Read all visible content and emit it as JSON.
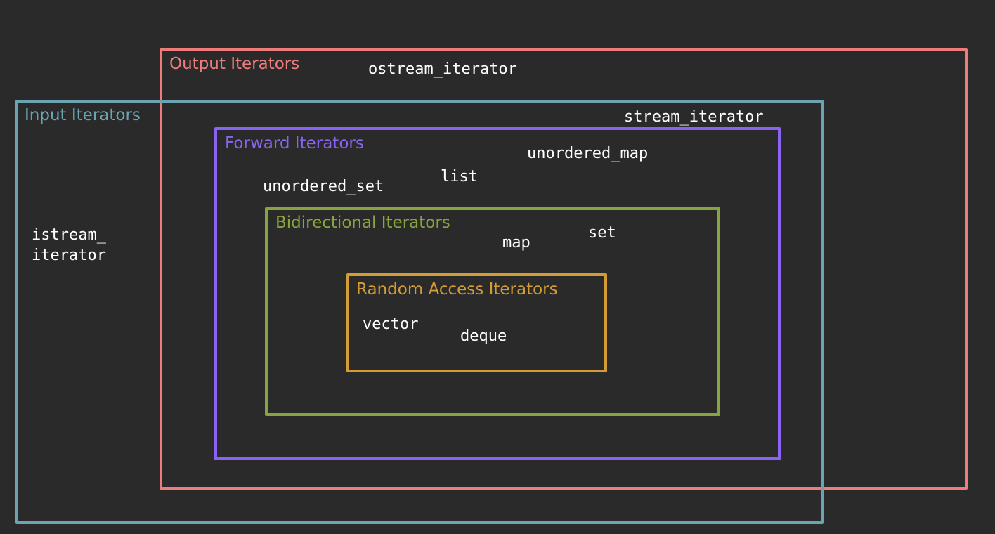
{
  "colors": {
    "background": "#2a2a2a",
    "input": "#6ba4b0",
    "output": "#ee7c7b",
    "forward": "#8b63f4",
    "bidirectional": "#88a43f",
    "random_access": "#d49c34",
    "item_text": "#ffffff"
  },
  "categories": {
    "output": "Output Iterators",
    "input": "Input Iterators",
    "forward": "Forward Iterators",
    "bidirectional": "Bidirectional Iterators",
    "random_access": "Random Access Iterators"
  },
  "items": {
    "ostream_iterator": "ostream_iterator",
    "stream_iterator": "stream_iterator",
    "istream_iterator_line1": "istream_",
    "istream_iterator_line2": "iterator",
    "unordered_map": "unordered_map",
    "list": "list",
    "unordered_set": "unordered_set",
    "map": "map",
    "set": "set",
    "vector": "vector",
    "deque": "deque"
  }
}
